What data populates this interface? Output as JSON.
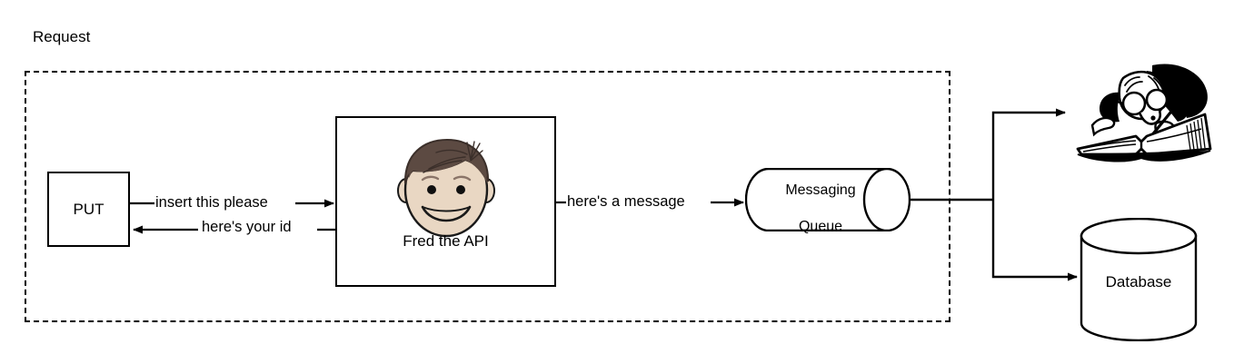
{
  "diagram": {
    "title": "Request",
    "boundary_label": "Request",
    "nodes": {
      "client": {
        "label": "PUT",
        "shape": "rectangle"
      },
      "api": {
        "label": "Fred the API",
        "shape": "rectangle",
        "icon": "cartoon-face-icon"
      },
      "queue": {
        "label": "Messaging\nQueue",
        "label_line1": "Messaging",
        "label_line2": "Queue",
        "shape": "horizontal-cylinder"
      },
      "reader": {
        "label": "",
        "shape": "image",
        "icon": "scribe-writing-in-book-icon"
      },
      "database": {
        "label": "Database",
        "shape": "cylinder"
      }
    },
    "edges": {
      "insert": {
        "label": "insert this please",
        "from": "client",
        "to": "api"
      },
      "id": {
        "label": "here's your id",
        "from": "api",
        "to": "client"
      },
      "message": {
        "label": "here's a message",
        "from": "api",
        "to": "queue"
      },
      "to_reader": {
        "label": "",
        "from": "queue",
        "to": "reader"
      },
      "to_database": {
        "label": "",
        "from": "queue",
        "to": "database"
      }
    },
    "colors": {
      "stroke": "#000000",
      "background": "#ffffff",
      "skin": "#e9d7c3",
      "hair": "#5c4a42",
      "face_outline": "#1a1a1a"
    }
  }
}
